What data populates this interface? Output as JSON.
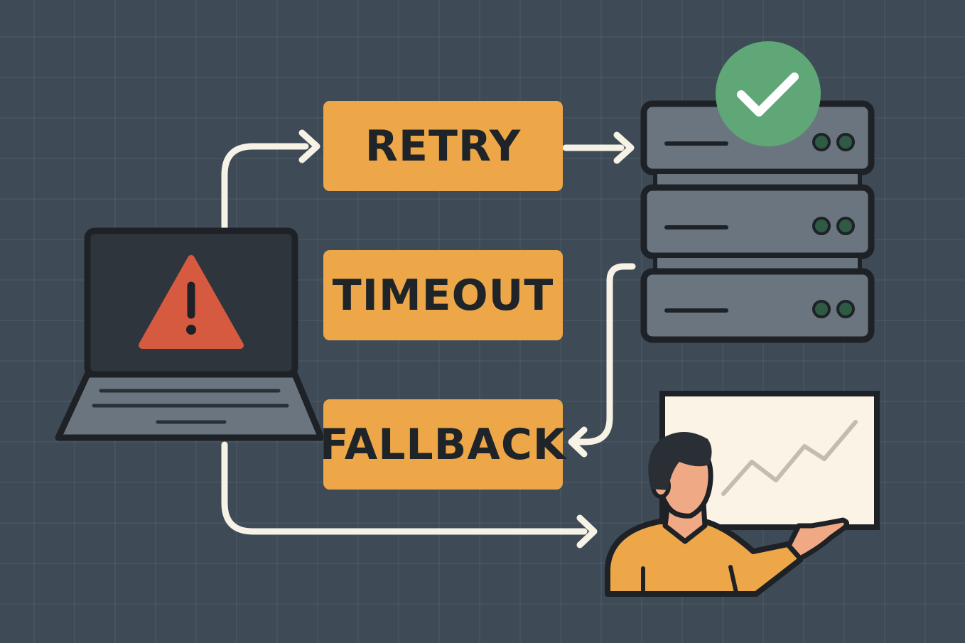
{
  "labels": {
    "retry": "RETRY",
    "timeout": "TIMEOUT",
    "fallback": "FALLBACK"
  },
  "icons": {
    "client": "laptop-icon",
    "alert": "warning-icon",
    "server": "server-stack-icon",
    "success": "check-circle-icon",
    "presenter": "person-presenting-icon",
    "chart": "trend-chart-icon"
  },
  "colors": {
    "background": "#3e4b57",
    "label_fill": "#eda748",
    "label_text": "#1f2428",
    "warning": "#d65a40",
    "success": "#5fa777",
    "arrow": "#f7f2e6",
    "server": "#6b7580",
    "whiteboard": "#fbf4e6"
  }
}
